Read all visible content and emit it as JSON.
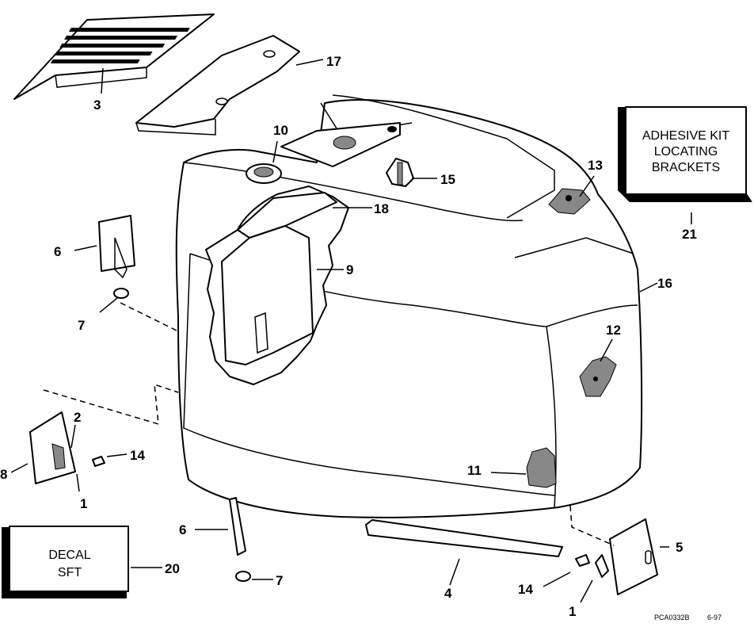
{
  "callouts": {
    "c1a": "1",
    "c1b": "1",
    "c2": "2",
    "c3": "3",
    "c4": "4",
    "c5": "5",
    "c6a": "6",
    "c6b": "6",
    "c7a": "7",
    "c7b": "7",
    "c8": "8",
    "c9": "9",
    "c10": "10",
    "c11": "11",
    "c12": "12",
    "c13": "13",
    "c14a": "14",
    "c14b": "14",
    "c15": "15",
    "c16": "16",
    "c17": "17",
    "c18": "18",
    "c20": "20",
    "c21": "21"
  },
  "adhesive_box": {
    "line1": "ADHESIVE KIT",
    "line2": "LOCATING",
    "line3": "BRACKETS"
  },
  "decal_box": {
    "line1": "DECAL",
    "line2": "SFT"
  },
  "footer": {
    "part_code": "PCA0332B",
    "date": "6-97"
  }
}
